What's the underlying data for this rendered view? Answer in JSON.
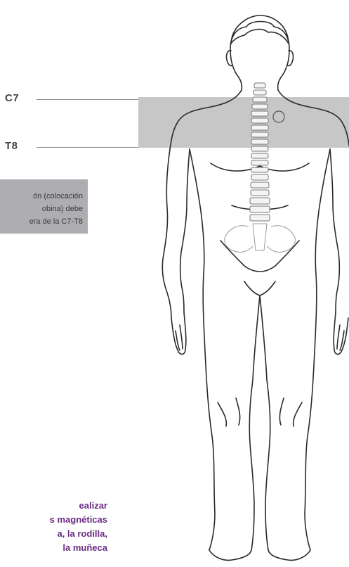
{
  "levels": {
    "upper": "C7",
    "lower": "T8"
  },
  "note": {
    "text": "ón (colocación\nobina) debe\nera de la C7-T8"
  },
  "footer": {
    "text": "ealizar\ns magnéticas\na, la rodilla,\nla muñeca"
  },
  "colors": {
    "band": "#c7c7c7",
    "note_box": "#aeaeb2",
    "accent_purple": "#6b2c83",
    "line": "#8a8a8a",
    "outline": "#2a2a2a"
  }
}
